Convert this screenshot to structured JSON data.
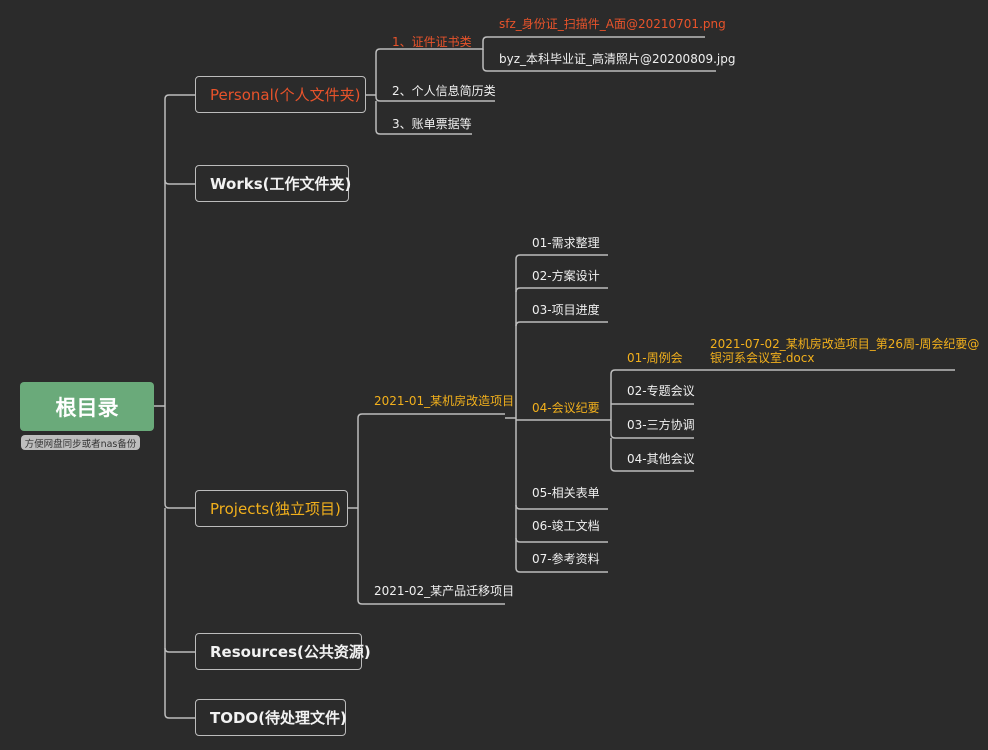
{
  "root": {
    "title": "根目录",
    "note": "方便网盘同步或者nas备份"
  },
  "branches": {
    "personal": "Personal(个人文件夹)",
    "works": "Works(工作文件夹)",
    "projects": "Projects(独立项目)",
    "resources": "Resources(公共资源)",
    "todo": "TODO(待处理文件)"
  },
  "personal_children": {
    "certs": "1、证件证书类",
    "resume": "2、个人信息简历类",
    "bills": "3、账单票据等"
  },
  "cert_files": {
    "idcard": "sfz_身份证_扫描件_A面@20210701.png",
    "diploma": "byz_本科毕业证_高清照片@20200809.jpg"
  },
  "projects_children": {
    "p1": "2021-01_某机房改造项目",
    "p2": "2021-02_某产品迁移项目"
  },
  "p1_children": {
    "c01": "01-需求整理",
    "c02": "02-方案设计",
    "c03": "03-项目进度",
    "c04": "04-会议纪要",
    "c05": "05-相关表单",
    "c06": "06-竣工文档",
    "c07": "07-参考资料"
  },
  "meeting_children": {
    "m01": "01-周例会",
    "m02": "02-专题会议",
    "m03": "03-三方协调",
    "m04": "04-其他会议"
  },
  "weekly_file": {
    "line1": "2021-07-02_某机房改造项目_第26周-周会纪要@",
    "line2": "银河系会议室.docx"
  },
  "colors": {
    "background": "#2b2b2b",
    "root": "#6aaa7a",
    "personal": "#e8532b",
    "projects": "#f2b01c",
    "line": "#bdbdbd"
  }
}
